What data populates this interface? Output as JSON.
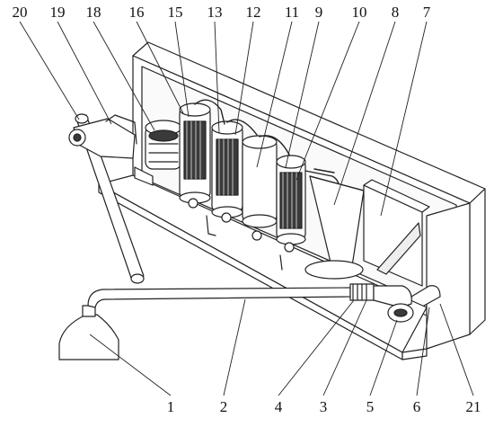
{
  "figure": {
    "background": "#ffffff",
    "line_color": "#222222",
    "shade_color": "#3a3a3a"
  },
  "callouts": {
    "top": [
      "20",
      "19",
      "18",
      "16",
      "15",
      "13",
      "12",
      "11",
      "9",
      "10",
      "8",
      "7"
    ],
    "bottom": [
      "1",
      "2",
      "4",
      "3",
      "5",
      "6",
      "21"
    ]
  }
}
